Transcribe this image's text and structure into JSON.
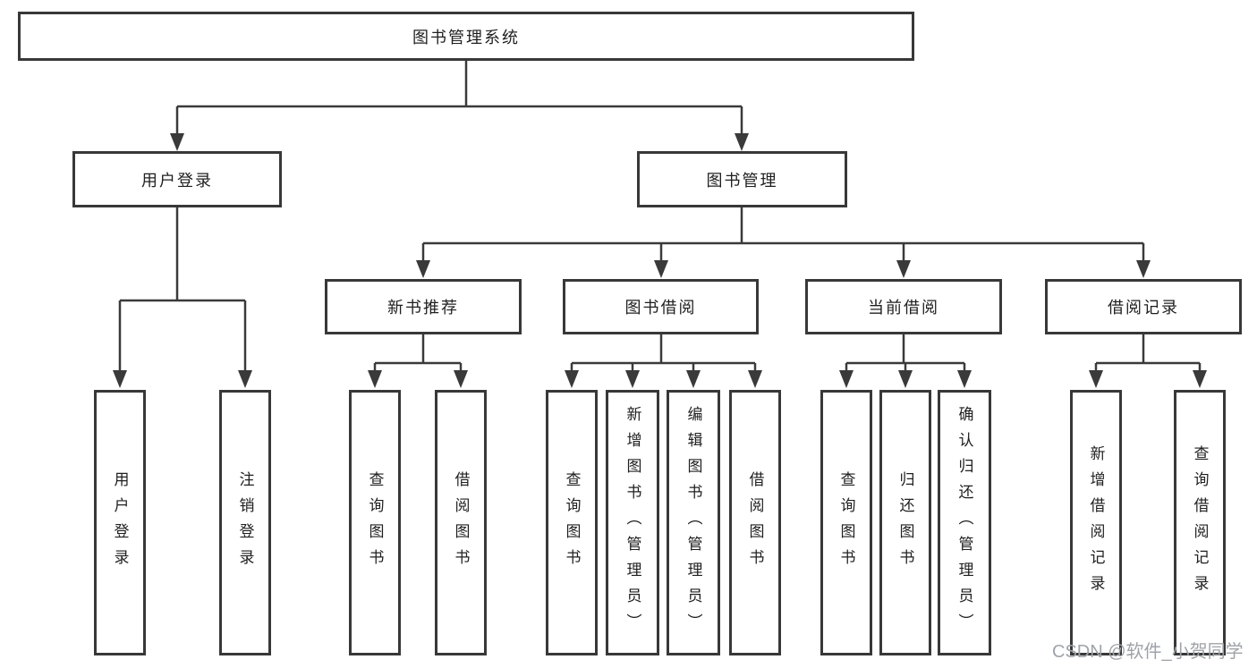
{
  "diagram_title": "图书管理系统",
  "nodes": {
    "root": "图书管理系统",
    "user_login": "用户登录",
    "book_mgmt": "图书管理",
    "new_book_rec": "新书推荐",
    "book_borrow": "图书借阅",
    "current_borrow": "当前借阅",
    "borrow_record": "借阅记录",
    "leaf_user_login": "用户登录",
    "leaf_logout": "注销登录",
    "leaf_nbr_query": "查询图书",
    "leaf_nbr_borrow": "借阅图书",
    "leaf_bb_query": "查询图书",
    "leaf_bb_add": "新增图书（管理员）",
    "leaf_bb_edit": "编辑图书（管理员）",
    "leaf_bb_borrow": "借阅图书",
    "leaf_cb_query": "查询图书",
    "leaf_cb_return": "归还图书",
    "leaf_cb_confirm": "确认归还（管理员）",
    "leaf_br_add": "新增借阅记录",
    "leaf_br_query": "查询借阅记录"
  },
  "hierarchy": {
    "图书管理系统": {
      "用户登录": [
        "用户登录",
        "注销登录"
      ],
      "图书管理": {
        "新书推荐": [
          "查询图书",
          "借阅图书"
        ],
        "图书借阅": [
          "查询图书",
          "新增图书（管理员）",
          "编辑图书（管理员）",
          "借阅图书"
        ],
        "当前借阅": [
          "查询图书",
          "归还图书",
          "确认归还（管理员）"
        ],
        "借阅记录": [
          "新增借阅记录",
          "查询借阅记录"
        ]
      }
    }
  },
  "watermark": "CSDN @软件_小贺同学",
  "colors": {
    "line": "#3a3a3a",
    "box_border": "#383838",
    "text": "#1f1f1f",
    "watermark": "#9fa3a8",
    "background": "#ffffff"
  }
}
